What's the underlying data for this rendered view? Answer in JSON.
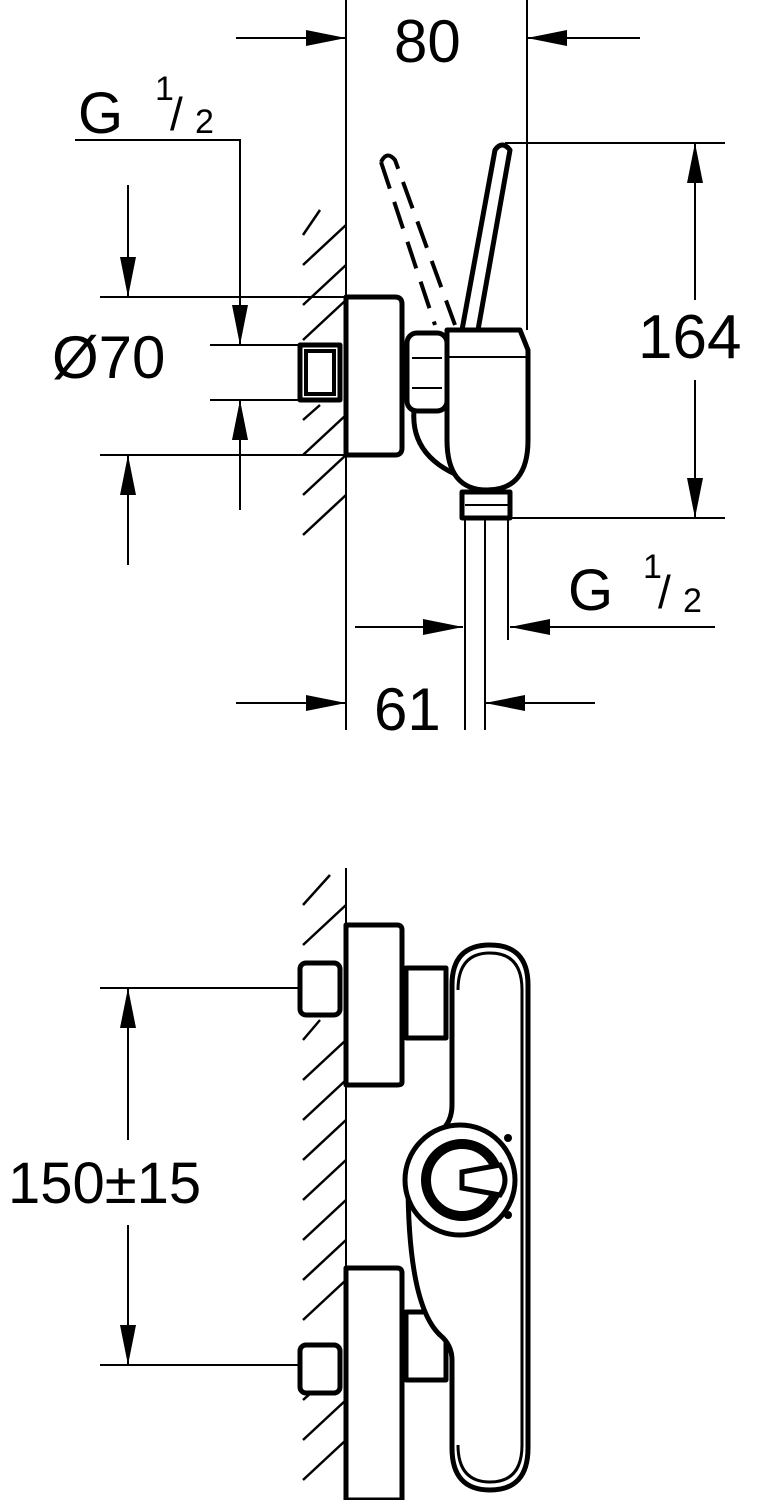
{
  "title": "Shower mixer dimension drawing",
  "dimensions": {
    "width_top": "80",
    "thread_inlet_main": "G",
    "thread_inlet_num": "1",
    "thread_inlet_den": "2",
    "diameter": "Ø70",
    "height": "164",
    "thread_outlet_main": "G",
    "thread_outlet_num": "1",
    "thread_outlet_den": "2",
    "outlet_offset": "61",
    "inlet_spacing": "150±15"
  },
  "colors": {
    "line": "#000000",
    "background": "#ffffff"
  }
}
